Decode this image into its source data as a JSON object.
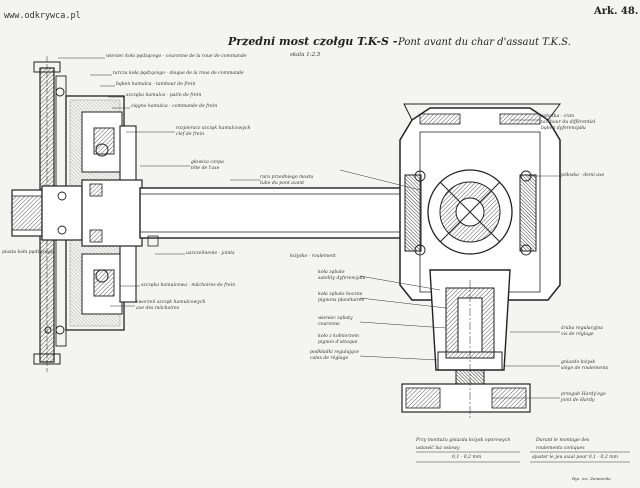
{
  "watermark": "www.odkrywca.pl",
  "sheet_number": "Ark. 48.",
  "title": {
    "polish": "Przedni most czołgu T.K-S -",
    "french": "Pont avant du char d'assaut T.K.S."
  },
  "scale": "skala 1:2.5",
  "labels": {
    "l1": "wieniec koła pędzącego - couronne de la roue de commande",
    "l2": "tarcza koła pędzącego - disque de la roue de commande",
    "l3": "bęben hamulca - tambour de frein",
    "l4": "szczęka hamulca - patin de frein",
    "l5": "cięgno hamulca - commande de frein",
    "l6": "rozpieracz szczęk hamulcowych",
    "l6b": "clef de frein",
    "l7": "głowica czopa",
    "l7b": "tête de l'axe",
    "l8": "rura przedniego mostu",
    "l8b": "tube du pont avant",
    "l9": "uszczelnienie - joints",
    "l10": "szczęka hamulcowa - mâchoires de frein",
    "l11": "sworzeń szczęk hamulcowych",
    "l11b": "axe des mâchoires",
    "l12": "piasta koła pędzącego",
    "l13": "łożysko - roulement",
    "l14": "zębatka - cran",
    "l14b": "tambour du différentiel",
    "l14c": "bęben dyferencjału",
    "l15": "półoska - demi-axe",
    "l16": "koła zębate",
    "l16b": "satelity dyferencjału",
    "l17": "koła zębate boczne",
    "l17b": "pignons planétaires",
    "l18": "wieniec zębaty",
    "l18b": "couronne",
    "l19": "podkładki regulujące",
    "l19b": "cales de réglage",
    "l20": "koło z kołnierzem",
    "l20b": "pignon d'attaque",
    "l21": "śruba regulacyjna",
    "l21b": "vis de réglage",
    "l22": "gniazdo łożysk",
    "l22b": "siège de roulements",
    "l23": "przegub Hardy'ego",
    "l23b": "joint de Hardy"
  },
  "notes": {
    "polish_1": "Przy montażu gniazda łożysk oporowych",
    "polish_2": "ustawić luz osiowy",
    "polish_3": "0,1 - 0,2 mm",
    "french_1": "Durant le montage des",
    "french_2": "roulements coniques",
    "french_3": "ajuster le jeu axial pour 0,1 - 0,2 mm"
  },
  "signature": "Rys. inż. Zamiarski"
}
